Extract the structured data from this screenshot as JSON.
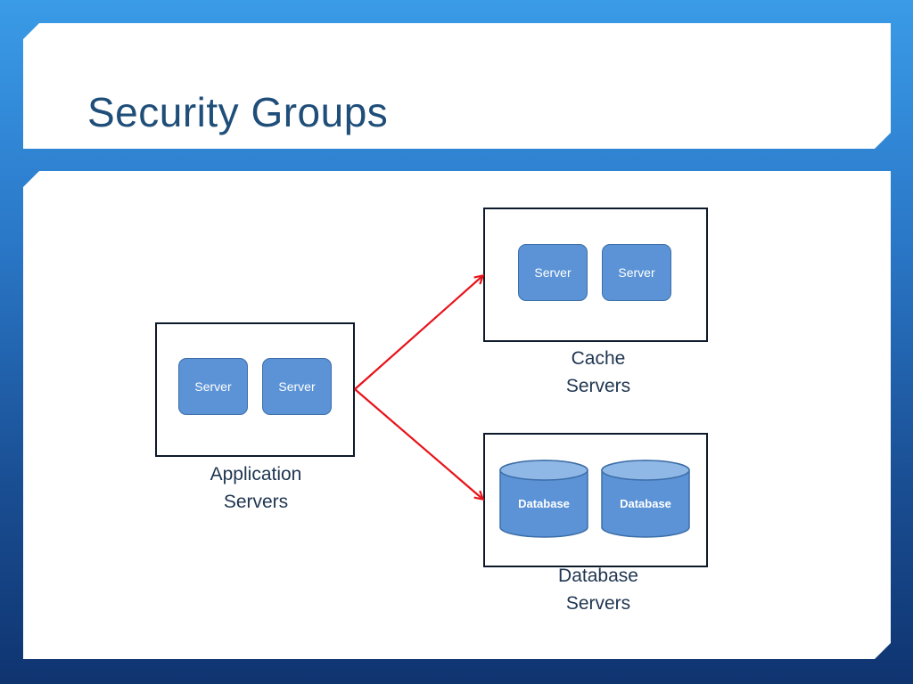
{
  "slide": {
    "title": "Security Groups"
  },
  "groups": {
    "application": {
      "label_line1": "Application",
      "label_line2": "Servers",
      "servers": [
        "Server",
        "Server"
      ]
    },
    "cache": {
      "label_line1": "Cache",
      "label_line2": "Servers",
      "servers": [
        "Server",
        "Server"
      ]
    },
    "database": {
      "label_line1": "Database",
      "label_line2": "Servers",
      "databases": [
        "Database",
        "Database"
      ]
    }
  },
  "colors": {
    "title": "#1f4e79",
    "server_fill": "#5b93d6",
    "arrow": "#e8131b",
    "box_border": "#0d1a2b"
  }
}
